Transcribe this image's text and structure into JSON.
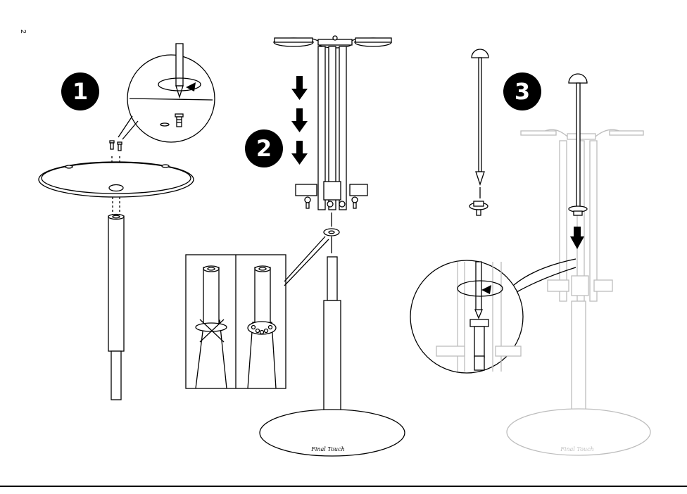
{
  "page_number": "2",
  "steps": [
    {
      "number": "1"
    },
    {
      "number": "2"
    },
    {
      "number": "3"
    }
  ],
  "base_brand": "Final Touch",
  "colors": {
    "line": "#000000",
    "ghost": "#b8b8b8",
    "fill": "#ffffff",
    "badge": "#000000"
  }
}
